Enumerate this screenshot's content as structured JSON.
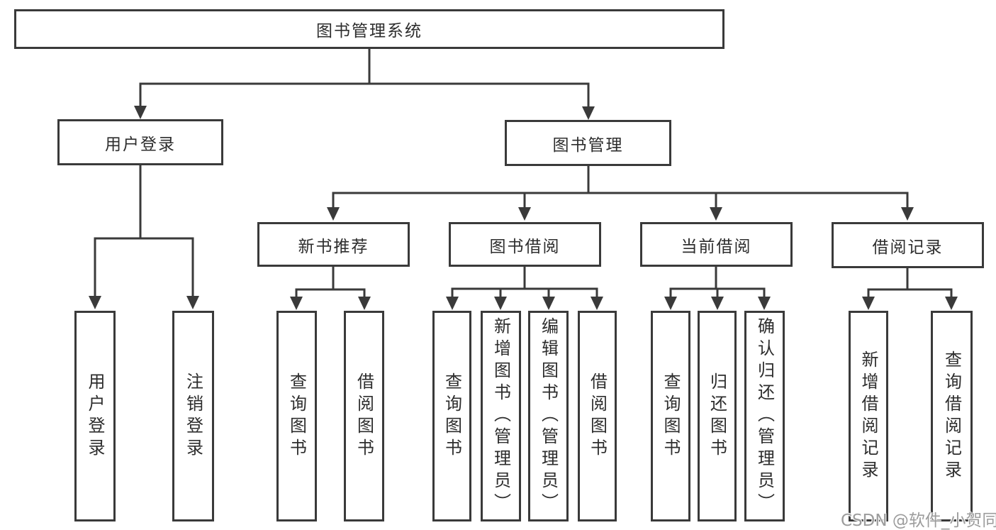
{
  "diagram": {
    "root": {
      "label": "图书管理系统"
    },
    "level2": [
      {
        "label": "用户登录"
      },
      {
        "label": "图书管理"
      }
    ],
    "user_leaves": [
      {
        "label": "用户登录"
      },
      {
        "label": "注销登录"
      }
    ],
    "level3": [
      {
        "label": "新书推荐"
      },
      {
        "label": "图书借阅"
      },
      {
        "label": "当前借阅"
      },
      {
        "label": "借阅记录"
      }
    ],
    "recommend_leaves": [
      {
        "label": "查询图书"
      },
      {
        "label": "借阅图书"
      }
    ],
    "borrow_leaves": [
      {
        "label": "查询图书"
      },
      {
        "label": "新增图书（管理员）"
      },
      {
        "label": "编辑图书（管理员）"
      },
      {
        "label": "借阅图书"
      }
    ],
    "current_leaves": [
      {
        "label": "查询图书"
      },
      {
        "label": "归还图书"
      },
      {
        "label": "确认归还（管理员）"
      }
    ],
    "record_leaves": [
      {
        "label": "新增借阅记录"
      },
      {
        "label": "查询借阅记录"
      }
    ]
  },
  "watermark": {
    "text": "CSDN @软件_小贺同学",
    "color": "#9c9c9c"
  },
  "style": {
    "line_color": "#3a3a3a",
    "text_color": "#2d2d2d",
    "background": "#ffffff"
  }
}
